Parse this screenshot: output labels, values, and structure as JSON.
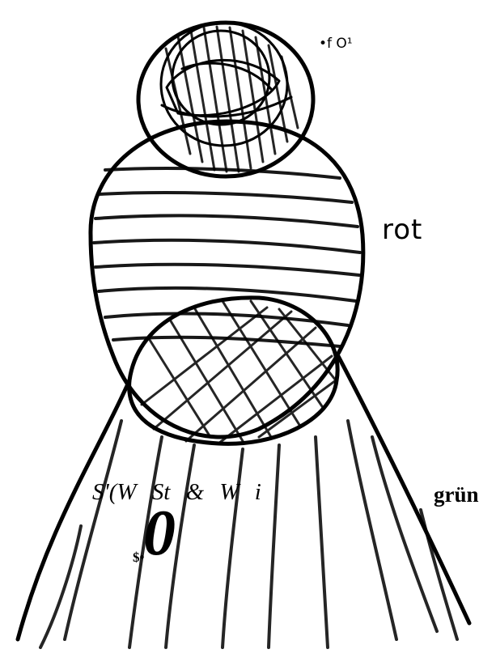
{
  "labels": {
    "top_marker": "•f O¹",
    "red": "rot",
    "green": "grün",
    "scribble": "S'(W  St  &  W  i",
    "zero": "0",
    "dollar": "$•"
  },
  "colors": {
    "ink": "#000000",
    "background": "#ffffff"
  }
}
